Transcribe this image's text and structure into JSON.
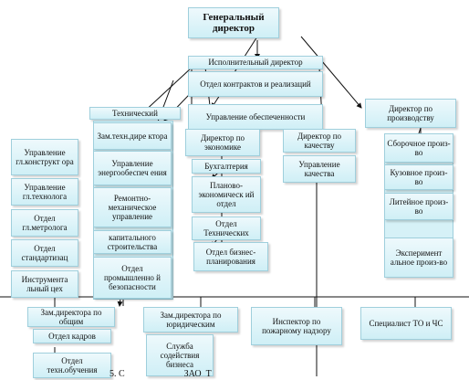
{
  "boxes": {
    "gen_director": "Генеральный директор",
    "exec_director": "Исполнительный директор",
    "dept_contracts": "Отдел контрактов и реализаций",
    "dept_supply": "Управление обеспеченности",
    "dir_production": "Директор по производству",
    "technical": "Технический",
    "dep_tech_dir": "Зам.техн.дире ктора",
    "energy": "Управление энергообеспеч ения",
    "repair": "Ремонтно- механическое управление",
    "capital": "капитального строительства",
    "industrial_safety": "Отдел промышленно й безопасности",
    "chief_designer": "Управление гл.конструкт ора",
    "chief_technologist": "Управление гл.технолога",
    "metrologist": "Отдел гл.метролога",
    "standardization": "Отдел стандартизац",
    "tool_shop": "Инструмента льный цех",
    "dir_economics": "Директор по экономике",
    "accounting": "Бухгалтерия",
    "planning": "Планово- экономическ ий отдел",
    "tech_dept": "Отдел Технических",
    "business_planning": "Отдел бизнес- планирования",
    "dir_quality": "Директор по качеству",
    "quality_mgmt": "Управление качества",
    "assembly": "Сборочное произ-во",
    "forge": "Кузовное произ-во",
    "foundry": "Литейное произ-во",
    "experimental": "Эксперимент альное произ-во",
    "dep_general": "Зам.директора по общим",
    "hr": "Отдел кадров",
    "training": "Отдел техн.обучения",
    "dep_legal": "Зам.директора по юридическим",
    "security": "Служба содействия бизнеса",
    "fire_inspector": "Инспектор по пожарному надзору",
    "safety_specialist": "Специалист ТО и ЧС"
  },
  "caption": "5. С                          ЗАО  Т"
}
